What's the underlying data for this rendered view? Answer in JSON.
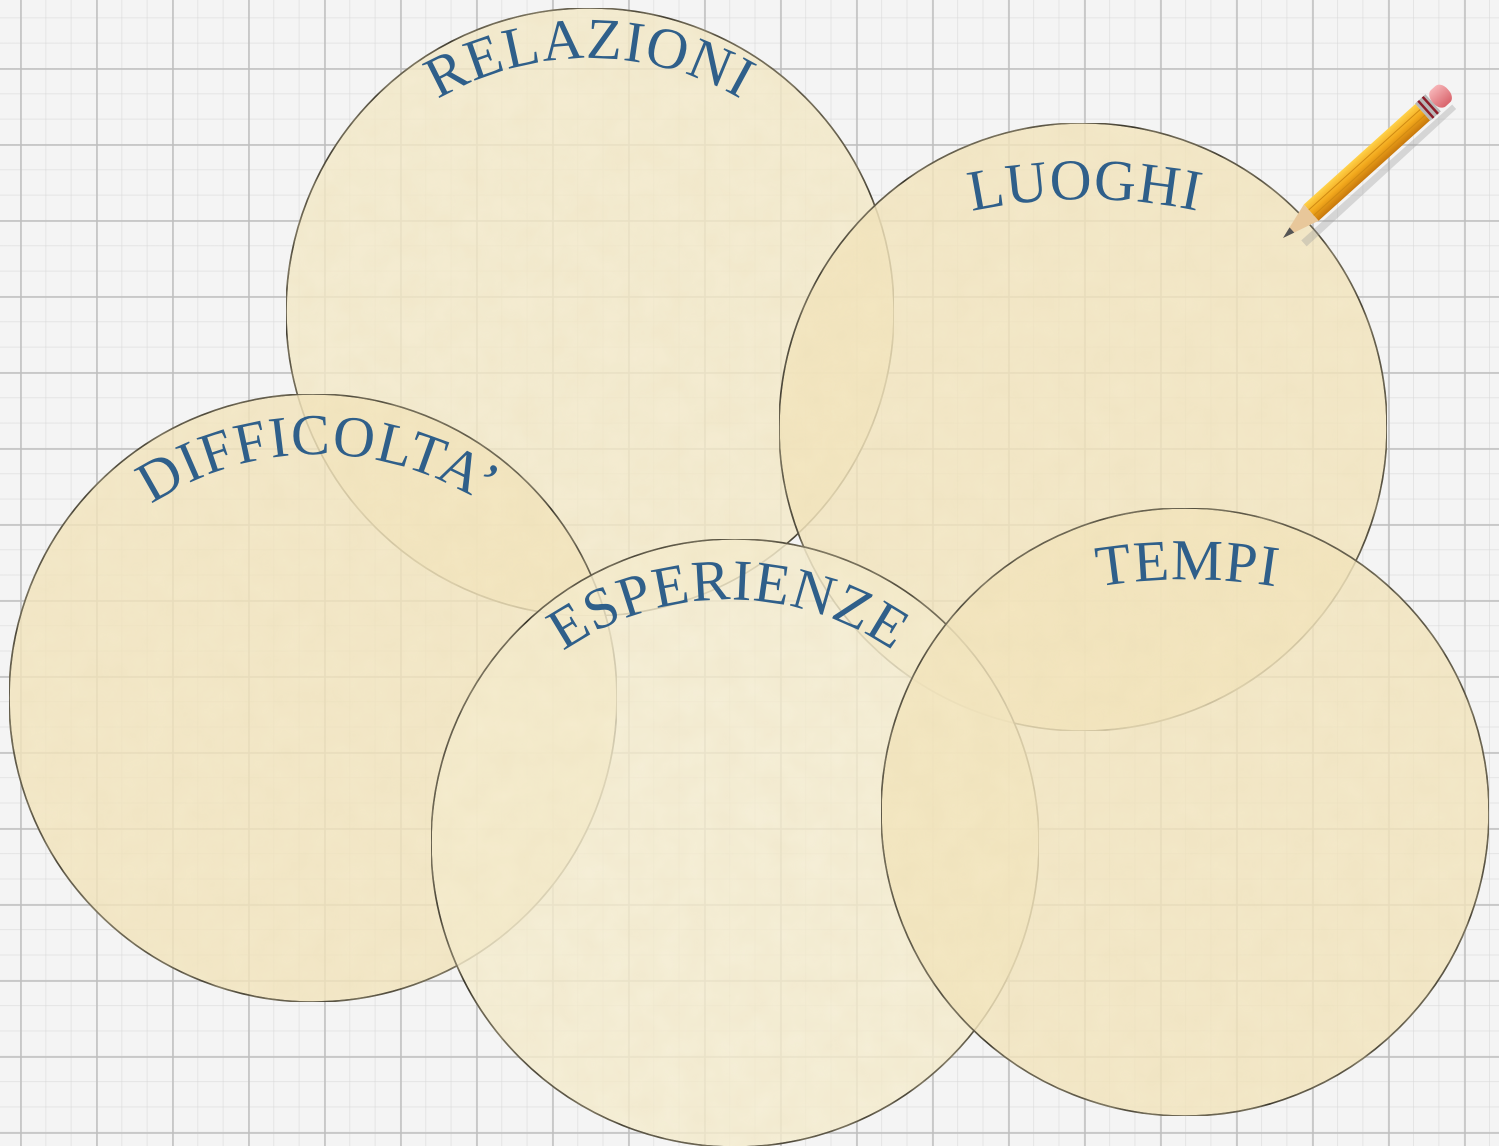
{
  "diagram": {
    "circles": [
      {
        "id": "relazioni",
        "label": "RELAZIONI"
      },
      {
        "id": "luoghi",
        "label": "LUOGHI"
      },
      {
        "id": "difficolta",
        "label": "DIFFICOLTA’"
      },
      {
        "id": "esperienze",
        "label": "ESPERIENZE"
      },
      {
        "id": "tempi",
        "label": "TEMPI"
      }
    ]
  },
  "colors": {
    "label_text": "#2f5f8a",
    "circle_fill": "#f3e6bd",
    "circle_stroke": "#000000",
    "pencil_body": "#f2a81c",
    "pencil_eraser": "#e9868c"
  },
  "icons": {
    "decoration": "pencil-icon"
  }
}
